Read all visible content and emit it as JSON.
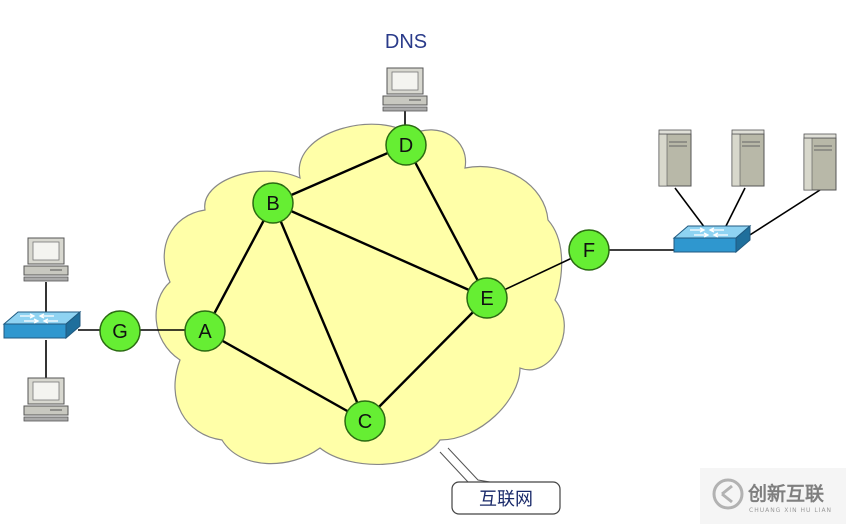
{
  "dns_label": "DNS",
  "cloud_label": "互联网",
  "routers": [
    {
      "id": "A",
      "label": "A"
    },
    {
      "id": "B",
      "label": "B"
    },
    {
      "id": "C",
      "label": "C"
    },
    {
      "id": "D",
      "label": "D"
    },
    {
      "id": "E",
      "label": "E"
    },
    {
      "id": "F",
      "label": "F"
    },
    {
      "id": "G",
      "label": "G"
    }
  ],
  "links": [
    [
      "A",
      "B"
    ],
    [
      "B",
      "C"
    ],
    [
      "A",
      "C"
    ],
    [
      "B",
      "D"
    ],
    [
      "B",
      "E"
    ],
    [
      "D",
      "E"
    ],
    [
      "C",
      "E"
    ],
    [
      "E",
      "F"
    ],
    [
      "G",
      "A"
    ]
  ],
  "watermark": {
    "main": "创新互联",
    "sub": "CHUANG XIN HU LIAN"
  },
  "colors": {
    "cloud_fill": "#ffffa8",
    "router_fill": "#66ee33",
    "switch_fill": "#3aa8dc",
    "link": "#000000"
  }
}
